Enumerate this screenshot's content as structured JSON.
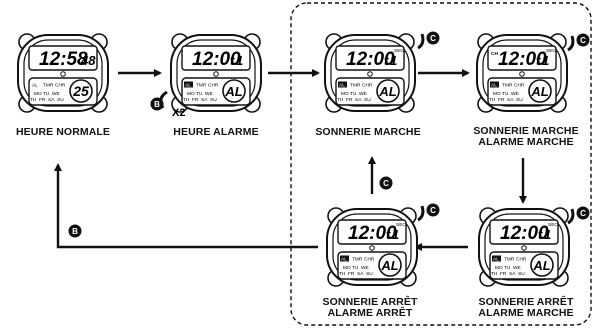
{
  "watches": [
    {
      "id": "w1",
      "time": "12:58",
      "secs": "48",
      "sec_label": "",
      "lower": "25",
      "lower_italic": false,
      "tab_row": [
        "AL",
        "TMR",
        "CHR"
      ],
      "days_row1": [
        "MO",
        "TU",
        "WE"
      ],
      "days_row2": [
        "TH",
        "FR",
        "SA",
        "SU"
      ],
      "corner": "",
      "caption": [
        "HEURE NORMALE"
      ]
    },
    {
      "id": "w2",
      "time": "12:00",
      "secs": "",
      "sec_label": "",
      "lower": "AL",
      "lower_italic": true,
      "tab_row": [
        "AL",
        "TMR",
        "CHR"
      ],
      "days_row1": [
        "MO",
        "TU",
        "WE"
      ],
      "days_row2": [
        "TH",
        "FR",
        "SA",
        "SU"
      ],
      "corner": "",
      "caption": [
        "HEURE ALARME"
      ]
    },
    {
      "id": "w3",
      "time": "12:00",
      "secs": "",
      "sec_label": "SEC",
      "lower": "AL",
      "lower_italic": true,
      "tab_row": [
        "AL",
        "TMR",
        "CHR"
      ],
      "days_row1": [
        "MO",
        "TU",
        "WE"
      ],
      "days_row2": [
        "TH",
        "FR",
        "SA",
        "SU"
      ],
      "corner": "",
      "caption": [
        "SONNERIE MARCHE"
      ]
    },
    {
      "id": "w4",
      "time": "12:00",
      "secs": "",
      "sec_label": "SEC",
      "lower": "AL",
      "lower_italic": true,
      "tab_row": [
        "AL",
        "TMR",
        "CHR"
      ],
      "days_row1": [
        "MO",
        "TU",
        "WE"
      ],
      "days_row2": [
        "TH",
        "FR",
        "SA",
        "SU"
      ],
      "corner": "CH",
      "caption": [
        "SONNERIE MARCHE",
        "ALARME MARCHE"
      ]
    },
    {
      "id": "w5",
      "time": "12:00",
      "secs": "",
      "sec_label": "SEC",
      "lower": "AL",
      "lower_italic": true,
      "tab_row": [
        "AL",
        "TMR",
        "CHR"
      ],
      "days_row1": [
        "MO",
        "TU",
        "WE"
      ],
      "days_row2": [
        "TH",
        "FR",
        "SA",
        "SU"
      ],
      "corner": "",
      "caption": [
        "SONNERIE ARRÊT",
        "ALARME ARRÊT"
      ]
    },
    {
      "id": "w6",
      "time": "12:00",
      "secs": "",
      "sec_label": "SEC",
      "lower": "AL",
      "lower_italic": true,
      "tab_row": [
        "AL",
        "TMR",
        "CHR"
      ],
      "days_row1": [
        "MO",
        "TU",
        "WE"
      ],
      "days_row2": [
        "TH",
        "FR",
        "SA",
        "SU"
      ],
      "corner": "",
      "caption": [
        "SONNERIE ARRÊT",
        "ALARME MARCHE"
      ]
    }
  ],
  "buttons": {
    "b": "B",
    "c": "C"
  },
  "labels": {
    "x2": "X2"
  }
}
